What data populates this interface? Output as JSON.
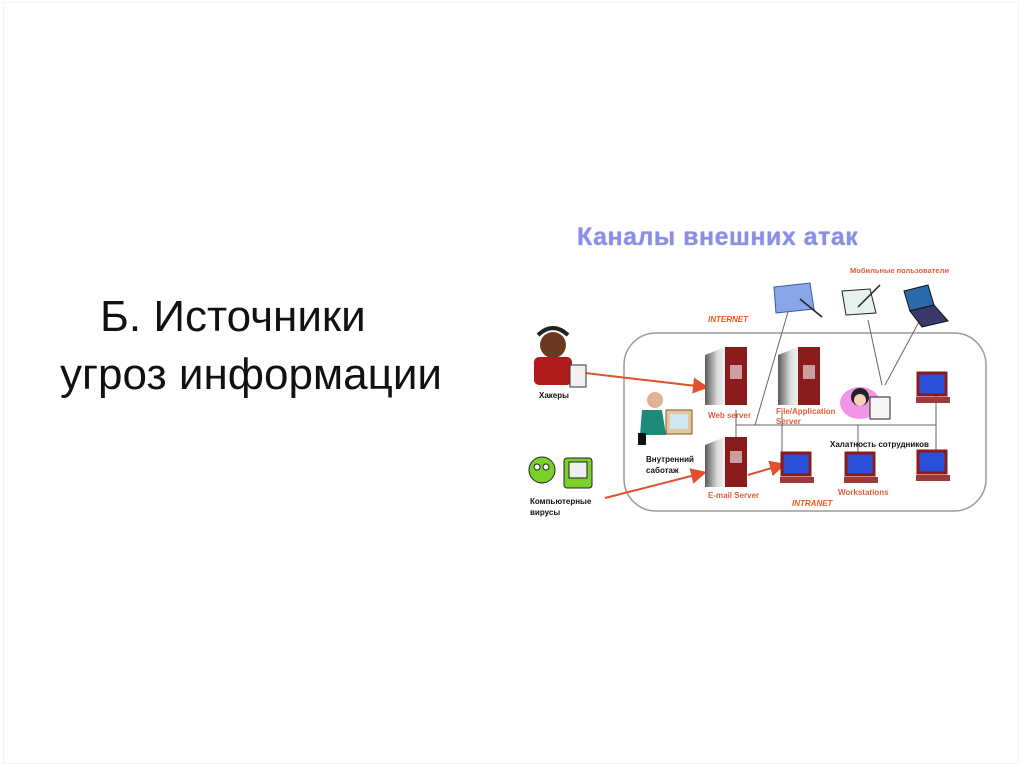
{
  "slide": {
    "title_line1": "Б. Источники",
    "title_line2": "угроз информации"
  },
  "diagram": {
    "title": "Каналы внешних атак",
    "zones": {
      "internet": "INTERNET",
      "intranet": "INTRANET"
    },
    "threat_sources": [
      {
        "label": "Хакеры",
        "icon": "hacker-icon"
      },
      {
        "label_line1": "Внутренний",
        "label_line2": "саботаж",
        "icon": "insider-saboteur-icon"
      },
      {
        "label_line1": "Компьютерные",
        "label_line2": "вирусы",
        "icon": "computer-virus-icon"
      },
      {
        "label": "Халатность сотрудников",
        "icon": "careless-employee-icon"
      }
    ],
    "mobile_users_label": "Мобильные пользователи",
    "servers": {
      "web": "Web server",
      "file_line1": "File/Application",
      "file_line2": "Server",
      "email": "E-mail Server"
    },
    "workstations_label": "Workstations",
    "colors": {
      "title": "#8a8fe6",
      "arrow": "#e0502a",
      "server_red": "#8b1a1a",
      "monitor_blue": "#2a4fd8",
      "network_line": "#666666"
    }
  }
}
